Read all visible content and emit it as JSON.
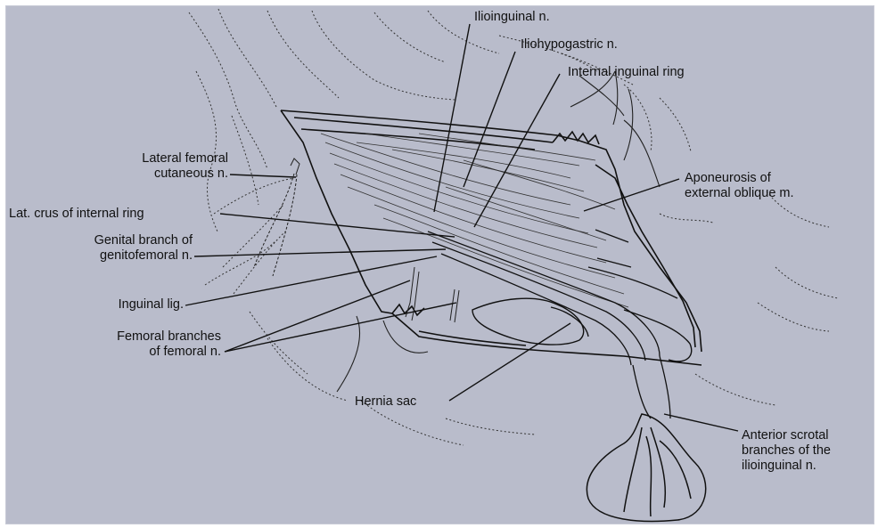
{
  "labels": {
    "ilioinguinal": "Ilioinguinal n.",
    "iliohypogastric": "Iliohypogastric n.",
    "internal_ring": "Internal inguinal ring",
    "lateral_femoral_1": "Lateral femoral",
    "lateral_femoral_2": "cutaneous n.",
    "aponeurosis_1": "Aponeurosis of",
    "aponeurosis_2": "external oblique m.",
    "lat_crus": "Lat. crus of internal ring",
    "genital_branch_1": "Genital branch of",
    "genital_branch_2": "genitofemoral n.",
    "inguinal_lig": "Inguinal lig.",
    "femoral_branches_1": "Femoral branches",
    "femoral_branches_2": "of femoral n.",
    "hernia_sac": "Hernia sac",
    "anterior_scrotal_1": "Anterior scrotal",
    "anterior_scrotal_2": "branches of the",
    "anterior_scrotal_3": "ilioinguinal n."
  },
  "colors": {
    "background": "#b9bccb",
    "ink": "#111111"
  }
}
